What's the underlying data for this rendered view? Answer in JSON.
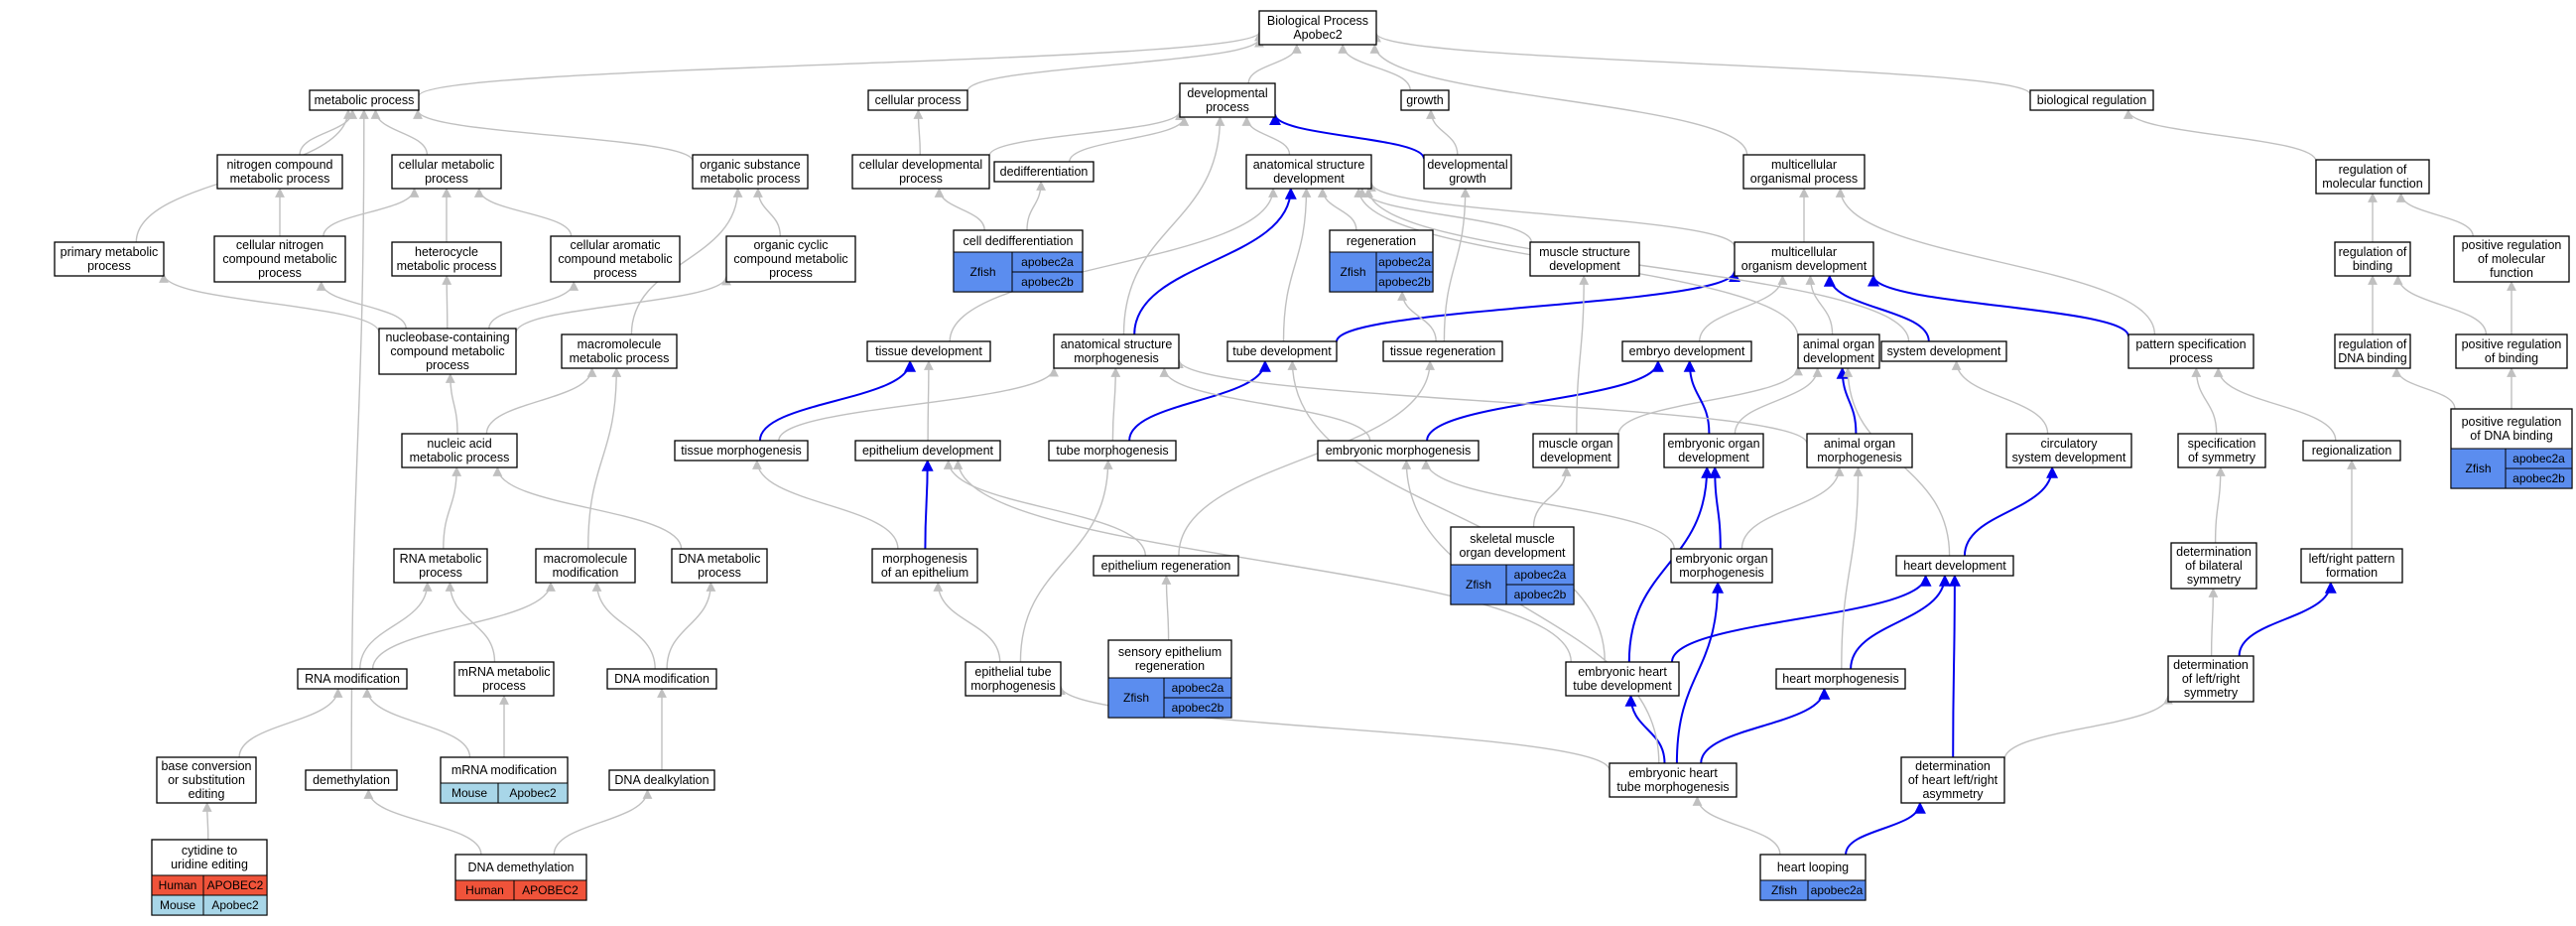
{
  "title": [
    "Biological Process",
    "Apobec2"
  ],
  "colors": {
    "Zfish": "#5b8def",
    "Mouse": "#a8d6e8",
    "Human": "#f0533a",
    "edge": "#c0c0c0",
    "edge_highlight": "#0000ee"
  },
  "nodes": {
    "root": {
      "label": [
        "Biological Process",
        "Apobec2"
      ]
    },
    "metabolic": {
      "label": [
        "metabolic process"
      ]
    },
    "cellular": {
      "label": [
        "cellular process"
      ]
    },
    "developmental": {
      "label": [
        "developmental",
        "process"
      ]
    },
    "growth": {
      "label": [
        "growth"
      ]
    },
    "bioreg": {
      "label": [
        "biological regulation"
      ]
    },
    "nitrogen": {
      "label": [
        "nitrogen compound",
        "metabolic process"
      ]
    },
    "cellmeta": {
      "label": [
        "cellular metabolic",
        "process"
      ]
    },
    "orgsub": {
      "label": [
        "organic substance",
        "metabolic process"
      ]
    },
    "celldev": {
      "label": [
        "cellular developmental",
        "process"
      ]
    },
    "dediff": {
      "label": [
        "dedifferentiation"
      ]
    },
    "anatdev": {
      "label": [
        "anatomical structure",
        "development"
      ]
    },
    "devgrowth": {
      "label": [
        "developmental",
        "growth"
      ]
    },
    "multiorg": {
      "label": [
        "multicellular",
        "organismal process"
      ]
    },
    "regmol": {
      "label": [
        "regulation of",
        "molecular function"
      ]
    },
    "primary": {
      "label": [
        "primary metabolic",
        "process"
      ]
    },
    "cellnitro": {
      "label": [
        "cellular nitrogen",
        "compound metabolic",
        "process"
      ]
    },
    "hetero": {
      "label": [
        "heterocycle",
        "metabolic process"
      ]
    },
    "cellarom": {
      "label": [
        "cellular aromatic",
        "compound metabolic",
        "process"
      ]
    },
    "orgcyc": {
      "label": [
        "organic cyclic",
        "compound metabolic",
        "process"
      ]
    },
    "celldediff": {
      "label": [
        "cell dedifferentiation"
      ],
      "genes": [
        {
          "org": "Zfish",
          "names": [
            "apobec2a",
            "apobec2b"
          ]
        }
      ]
    },
    "regen": {
      "label": [
        "regeneration"
      ],
      "genes": [
        {
          "org": "Zfish",
          "names": [
            "apobec2a",
            "apobec2b"
          ]
        }
      ]
    },
    "musclestruct": {
      "label": [
        "muscle structure",
        "development"
      ]
    },
    "multidev": {
      "label": [
        "multicellular",
        "organism development"
      ]
    },
    "regbind": {
      "label": [
        "regulation of",
        "binding"
      ]
    },
    "posregmol": {
      "label": [
        "positive regulation",
        "of molecular",
        "function"
      ]
    },
    "nucbase": {
      "label": [
        "nucleobase-containing",
        "compound metabolic",
        "process"
      ]
    },
    "macrometa": {
      "label": [
        "macromolecule",
        "metabolic process"
      ]
    },
    "tissuedev": {
      "label": [
        "tissue development"
      ]
    },
    "anatmorph": {
      "label": [
        "anatomical structure",
        "morphogenesis"
      ]
    },
    "tubedev": {
      "label": [
        "tube development"
      ]
    },
    "tissueregen": {
      "label": [
        "tissue regeneration"
      ]
    },
    "embryodev": {
      "label": [
        "embryo development"
      ]
    },
    "animalorgdev": {
      "label": [
        "animal organ",
        "development"
      ]
    },
    "systemdev": {
      "label": [
        "system development"
      ]
    },
    "patternspec": {
      "label": [
        "pattern specification",
        "process"
      ]
    },
    "regdna": {
      "label": [
        "regulation of",
        "DNA binding"
      ]
    },
    "posregbind": {
      "label": [
        "positive regulation",
        "of binding"
      ]
    },
    "nucacid": {
      "label": [
        "nucleic acid",
        "metabolic process"
      ]
    },
    "tissuemorph": {
      "label": [
        "tissue morphogenesis"
      ]
    },
    "epidev": {
      "label": [
        "epithelium development"
      ]
    },
    "tubemorph": {
      "label": [
        "tube morphogenesis"
      ]
    },
    "embmorph": {
      "label": [
        "embryonic morphogenesis"
      ]
    },
    "muscleorgdev": {
      "label": [
        "muscle organ",
        "development"
      ]
    },
    "emborgdev": {
      "label": [
        "embryonic organ",
        "development"
      ]
    },
    "animalorgmorph": {
      "label": [
        "animal organ",
        "morphogenesis"
      ]
    },
    "circsys": {
      "label": [
        "circulatory",
        "system development"
      ]
    },
    "specsym": {
      "label": [
        "specification",
        "of symmetry"
      ]
    },
    "regionalization": {
      "label": [
        "regionalization"
      ]
    },
    "posregdna": {
      "label": [
        "positive regulation",
        "of DNA binding"
      ],
      "genes": [
        {
          "org": "Zfish",
          "names": [
            "apobec2a",
            "apobec2b"
          ]
        }
      ]
    },
    "rnameta": {
      "label": [
        "RNA metabolic",
        "process"
      ]
    },
    "macromod": {
      "label": [
        "macromolecule",
        "modification"
      ]
    },
    "dnameta": {
      "label": [
        "DNA metabolic",
        "process"
      ]
    },
    "morphepi": {
      "label": [
        "morphogenesis",
        "of an epithelium"
      ]
    },
    "skelmuscle": {
      "label": [
        "skeletal muscle",
        "organ development"
      ],
      "genes": [
        {
          "org": "Zfish",
          "names": [
            "apobec2a",
            "apobec2b"
          ]
        }
      ]
    },
    "emborgmorph": {
      "label": [
        "embryonic organ",
        "morphogenesis"
      ]
    },
    "epiregen": {
      "label": [
        "epithelium regeneration"
      ]
    },
    "heartdev": {
      "label": [
        "heart development"
      ]
    },
    "detbilat": {
      "label": [
        "determination",
        "of bilateral",
        "symmetry"
      ]
    },
    "lrpattern": {
      "label": [
        "left/right pattern",
        "formation"
      ]
    },
    "rnamod": {
      "label": [
        "RNA modification"
      ]
    },
    "mrnameta": {
      "label": [
        "mRNA metabolic",
        "process"
      ]
    },
    "dnamod": {
      "label": [
        "DNA modification"
      ]
    },
    "sensoryepi": {
      "label": [
        "sensory epithelium",
        "regeneration"
      ],
      "genes": [
        {
          "org": "Zfish",
          "names": [
            "apobec2a",
            "apobec2b"
          ]
        }
      ]
    },
    "epitube": {
      "label": [
        "epithelial tube",
        "morphogenesis"
      ]
    },
    "embhearttubedev": {
      "label": [
        "embryonic heart",
        "tube development"
      ]
    },
    "heartmorph": {
      "label": [
        "heart morphogenesis"
      ]
    },
    "detlr": {
      "label": [
        "determination",
        "of left/right",
        "symmetry"
      ]
    },
    "baseconv": {
      "label": [
        "base conversion",
        "or substitution",
        "editing"
      ]
    },
    "demeth": {
      "label": [
        "demethylation"
      ]
    },
    "mrnamod": {
      "label": [
        "mRNA modification"
      ],
      "genes": [
        {
          "org": "Mouse",
          "names": [
            "Apobec2"
          ]
        }
      ]
    },
    "dnadealk": {
      "label": [
        "DNA dealkylation"
      ]
    },
    "embhearttubemorph": {
      "label": [
        "embryonic heart",
        "tube morphogenesis"
      ]
    },
    "detheartlr": {
      "label": [
        "determination",
        "of heart left/right",
        "asymmetry"
      ]
    },
    "cytidine": {
      "label": [
        "cytidine to",
        "uridine editing"
      ],
      "genes": [
        {
          "org": "Human",
          "names": [
            "APOBEC2"
          ]
        },
        {
          "org": "Mouse",
          "names": [
            "Apobec2"
          ]
        }
      ]
    },
    "dnademeth": {
      "label": [
        "DNA demethylation"
      ],
      "genes": [
        {
          "org": "Human",
          "names": [
            "APOBEC2"
          ]
        }
      ]
    },
    "heartloop": {
      "label": [
        "heart looping"
      ],
      "genes": [
        {
          "org": "Zfish",
          "names": [
            "apobec2a"
          ]
        }
      ]
    }
  },
  "edges": [
    [
      "metabolic",
      "root",
      0
    ],
    [
      "cellular",
      "root",
      0
    ],
    [
      "developmental",
      "root",
      0
    ],
    [
      "growth",
      "root",
      0
    ],
    [
      "bioreg",
      "root",
      0
    ],
    [
      "multiorg",
      "root",
      0
    ],
    [
      "nitrogen",
      "metabolic",
      0
    ],
    [
      "cellmeta",
      "metabolic",
      0
    ],
    [
      "orgsub",
      "metabolic",
      0
    ],
    [
      "primary",
      "metabolic",
      0
    ],
    [
      "demeth",
      "metabolic",
      0
    ],
    [
      "celldev",
      "cellular",
      0
    ],
    [
      "celldev",
      "developmental",
      0
    ],
    [
      "dediff",
      "developmental",
      0
    ],
    [
      "anatdev",
      "developmental",
      0
    ],
    [
      "devgrowth",
      "developmental",
      1
    ],
    [
      "devgrowth",
      "growth",
      0
    ],
    [
      "regmol",
      "bioreg",
      0
    ],
    [
      "cellnitro",
      "nitrogen",
      0
    ],
    [
      "cellnitro",
      "cellmeta",
      0
    ],
    [
      "hetero",
      "cellmeta",
      0
    ],
    [
      "cellarom",
      "cellmeta",
      0
    ],
    [
      "orgcyc",
      "orgsub",
      0
    ],
    [
      "celldediff",
      "celldev",
      0
    ],
    [
      "celldediff",
      "dediff",
      0
    ],
    [
      "regen",
      "anatdev",
      0
    ],
    [
      "musclestruct",
      "anatdev",
      0
    ],
    [
      "multidev",
      "multiorg",
      0
    ],
    [
      "multidev",
      "anatdev",
      0
    ],
    [
      "patternspec",
      "multiorg",
      0
    ],
    [
      "regbind",
      "regmol",
      0
    ],
    [
      "posregmol",
      "regmol",
      0
    ],
    [
      "nucbase",
      "primary",
      0
    ],
    [
      "nucbase",
      "cellnitro",
      0
    ],
    [
      "nucbase",
      "hetero",
      0
    ],
    [
      "nucbase",
      "cellarom",
      0
    ],
    [
      "nucbase",
      "orgcyc",
      0
    ],
    [
      "macrometa",
      "orgsub",
      0
    ],
    [
      "tissuedev",
      "anatdev",
      0
    ],
    [
      "anatmorph",
      "anatdev",
      1
    ],
    [
      "anatmorph",
      "developmental",
      0
    ],
    [
      "tubedev",
      "anatdev",
      0
    ],
    [
      "tubedev",
      "multidev",
      1
    ],
    [
      "tissueregen",
      "regen",
      0
    ],
    [
      "tissueregen",
      "devgrowth",
      0
    ],
    [
      "embryodev",
      "multidev",
      0
    ],
    [
      "animalorgdev",
      "multidev",
      0
    ],
    [
      "animalorgdev",
      "anatdev",
      0
    ],
    [
      "systemdev",
      "multidev",
      1
    ],
    [
      "systemdev",
      "anatdev",
      0
    ],
    [
      "patternspec",
      "multidev",
      1
    ],
    [
      "regdna",
      "regbind",
      0
    ],
    [
      "posregbind",
      "regbind",
      0
    ],
    [
      "posregbind",
      "posregmol",
      0
    ],
    [
      "nucacid",
      "nucbase",
      0
    ],
    [
      "nucacid",
      "macrometa",
      0
    ],
    [
      "tissuemorph",
      "tissuedev",
      1
    ],
    [
      "tissuemorph",
      "anatmorph",
      0
    ],
    [
      "epidev",
      "tissuedev",
      0
    ],
    [
      "tubemorph",
      "anatmorph",
      0
    ],
    [
      "tubemorph",
      "tubedev",
      1
    ],
    [
      "embmorph",
      "embryodev",
      1
    ],
    [
      "embmorph",
      "anatmorph",
      0
    ],
    [
      "muscleorgdev",
      "musclestruct",
      0
    ],
    [
      "muscleorgdev",
      "animalorgdev",
      0
    ],
    [
      "emborgdev",
      "embryodev",
      1
    ],
    [
      "emborgdev",
      "animalorgdev",
      0
    ],
    [
      "animalorgmorph",
      "animalorgdev",
      1
    ],
    [
      "animalorgmorph",
      "anatmorph",
      0
    ],
    [
      "circsys",
      "systemdev",
      0
    ],
    [
      "specsym",
      "patternspec",
      0
    ],
    [
      "regionalization",
      "patternspec",
      0
    ],
    [
      "posregdna",
      "regdna",
      0
    ],
    [
      "posregdna",
      "posregbind",
      0
    ],
    [
      "rnameta",
      "nucacid",
      0
    ],
    [
      "macromod",
      "macrometa",
      0
    ],
    [
      "dnameta",
      "nucacid",
      0
    ],
    [
      "morphepi",
      "tissuemorph",
      0
    ],
    [
      "morphepi",
      "epidev",
      1
    ],
    [
      "skelmuscle",
      "muscleorgdev",
      0
    ],
    [
      "emborgmorph",
      "emborgdev",
      1
    ],
    [
      "emborgmorph",
      "embmorph",
      0
    ],
    [
      "emborgmorph",
      "animalorgmorph",
      0
    ],
    [
      "epiregen",
      "epidev",
      0
    ],
    [
      "epiregen",
      "tissueregen",
      0
    ],
    [
      "heartdev",
      "circsys",
      1
    ],
    [
      "heartdev",
      "animalorgdev",
      0
    ],
    [
      "detbilat",
      "specsym",
      0
    ],
    [
      "lrpattern",
      "regionalization",
      0
    ],
    [
      "rnamod",
      "rnameta",
      0
    ],
    [
      "rnamod",
      "macromod",
      0
    ],
    [
      "mrnameta",
      "rnameta",
      0
    ],
    [
      "dnamod",
      "macromod",
      0
    ],
    [
      "dnamod",
      "dnameta",
      0
    ],
    [
      "sensoryepi",
      "epiregen",
      0
    ],
    [
      "epitube",
      "morphepi",
      0
    ],
    [
      "epitube",
      "tubemorph",
      0
    ],
    [
      "embhearttubedev",
      "emborgdev",
      1
    ],
    [
      "embhearttubedev",
      "heartdev",
      1
    ],
    [
      "embhearttubedev",
      "tubedev",
      0
    ],
    [
      "embhearttubedev",
      "epidev",
      0
    ],
    [
      "heartmorph",
      "heartdev",
      1
    ],
    [
      "heartmorph",
      "animalorgmorph",
      0
    ],
    [
      "detlr",
      "detbilat",
      0
    ],
    [
      "detlr",
      "lrpattern",
      1
    ],
    [
      "baseconv",
      "rnamod",
      0
    ],
    [
      "mrnamod",
      "mrnameta",
      0
    ],
    [
      "mrnamod",
      "rnamod",
      0
    ],
    [
      "dnadealk",
      "dnamod",
      0
    ],
    [
      "embhearttubemorph",
      "embhearttubedev",
      1
    ],
    [
      "embhearttubemorph",
      "heartmorph",
      1
    ],
    [
      "embhearttubemorph",
      "emborgmorph",
      1
    ],
    [
      "embhearttubemorph",
      "epitube",
      0
    ],
    [
      "embhearttubemorph",
      "embmorph",
      0
    ],
    [
      "detheartlr",
      "heartdev",
      1
    ],
    [
      "detheartlr",
      "detlr",
      0
    ],
    [
      "cytidine",
      "baseconv",
      0
    ],
    [
      "dnademeth",
      "demeth",
      0
    ],
    [
      "dnademeth",
      "dnadealk",
      0
    ],
    [
      "heartloop",
      "embhearttubemorph",
      0
    ],
    [
      "heartloop",
      "detheartlr",
      1
    ]
  ]
}
